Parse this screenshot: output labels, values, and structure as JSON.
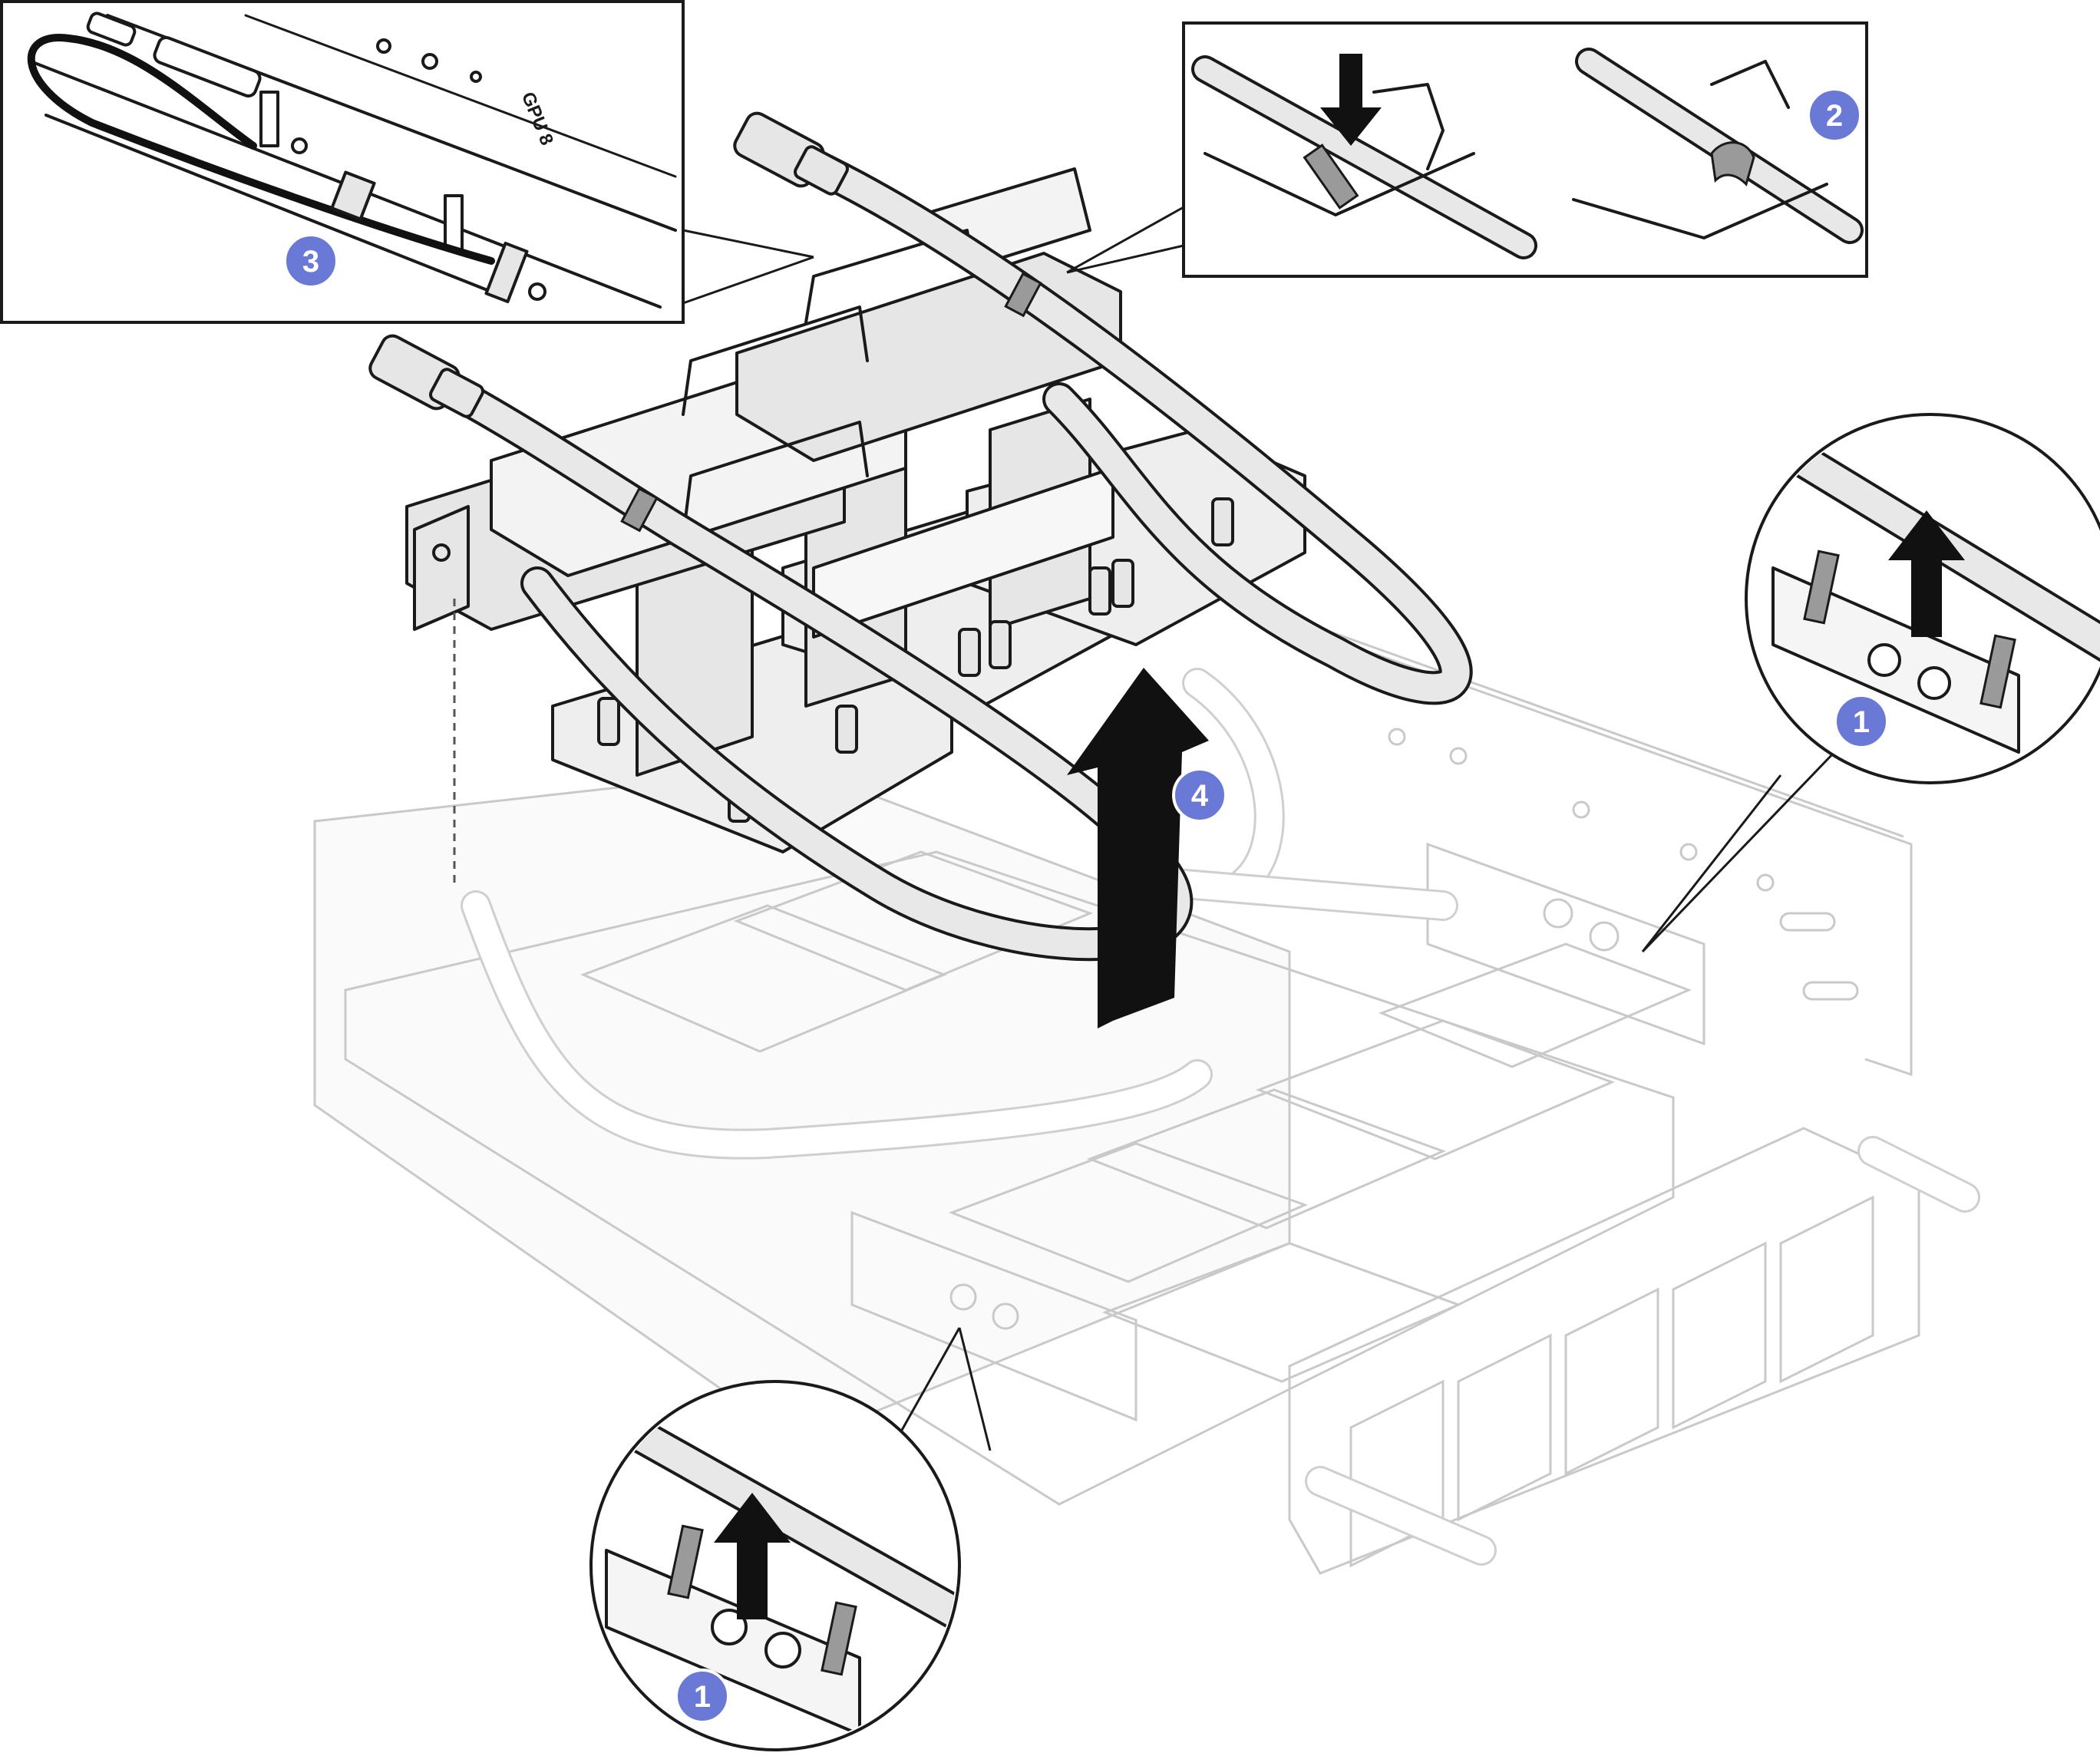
{
  "labels": {
    "gpu_label": "GPU 8"
  },
  "steps": [
    {
      "id": "step-1a",
      "number": "1"
    },
    {
      "id": "step-1b",
      "number": "1"
    },
    {
      "id": "step-2",
      "number": "2"
    },
    {
      "id": "step-3",
      "number": "3"
    },
    {
      "id": "step-4",
      "number": "4"
    }
  ],
  "colors": {
    "badge": "#6b79d6",
    "ink": "#1a1a1a",
    "ghost": "#c9c9c9",
    "part_fill": "#e6e6e6"
  },
  "icons": {
    "arrow_up": "lift-up-arrow-icon",
    "arrow_down": "press-down-arrow-icon"
  }
}
